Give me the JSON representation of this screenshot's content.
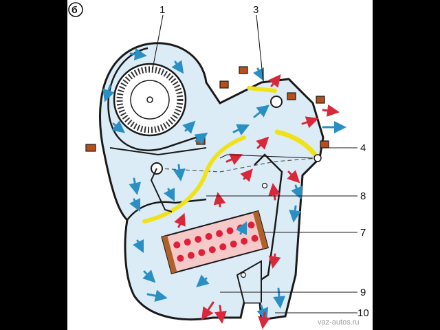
{
  "figure": {
    "tag": "б",
    "watermark": "vaz-autos.ru"
  },
  "callouts": [
    {
      "id": "c1",
      "text": "1"
    },
    {
      "id": "c3",
      "text": "3"
    },
    {
      "id": "c4",
      "text": "4"
    },
    {
      "id": "c8",
      "text": "8"
    },
    {
      "id": "c7",
      "text": "7"
    },
    {
      "id": "c9",
      "text": "9"
    },
    {
      "id": "c10",
      "text": "10"
    }
  ],
  "colors": {
    "housing_fill": "#dcecf7",
    "outline": "#1a1a1a",
    "cold_arrow": "#2a8fc4",
    "hot_arrow": "#d8283a",
    "damper": "#f0e21a",
    "heater_core": "#f6c9c9",
    "heater_dots": "#e0203a",
    "heater_frame": "#b0602a",
    "flange": "#b54f1c"
  }
}
